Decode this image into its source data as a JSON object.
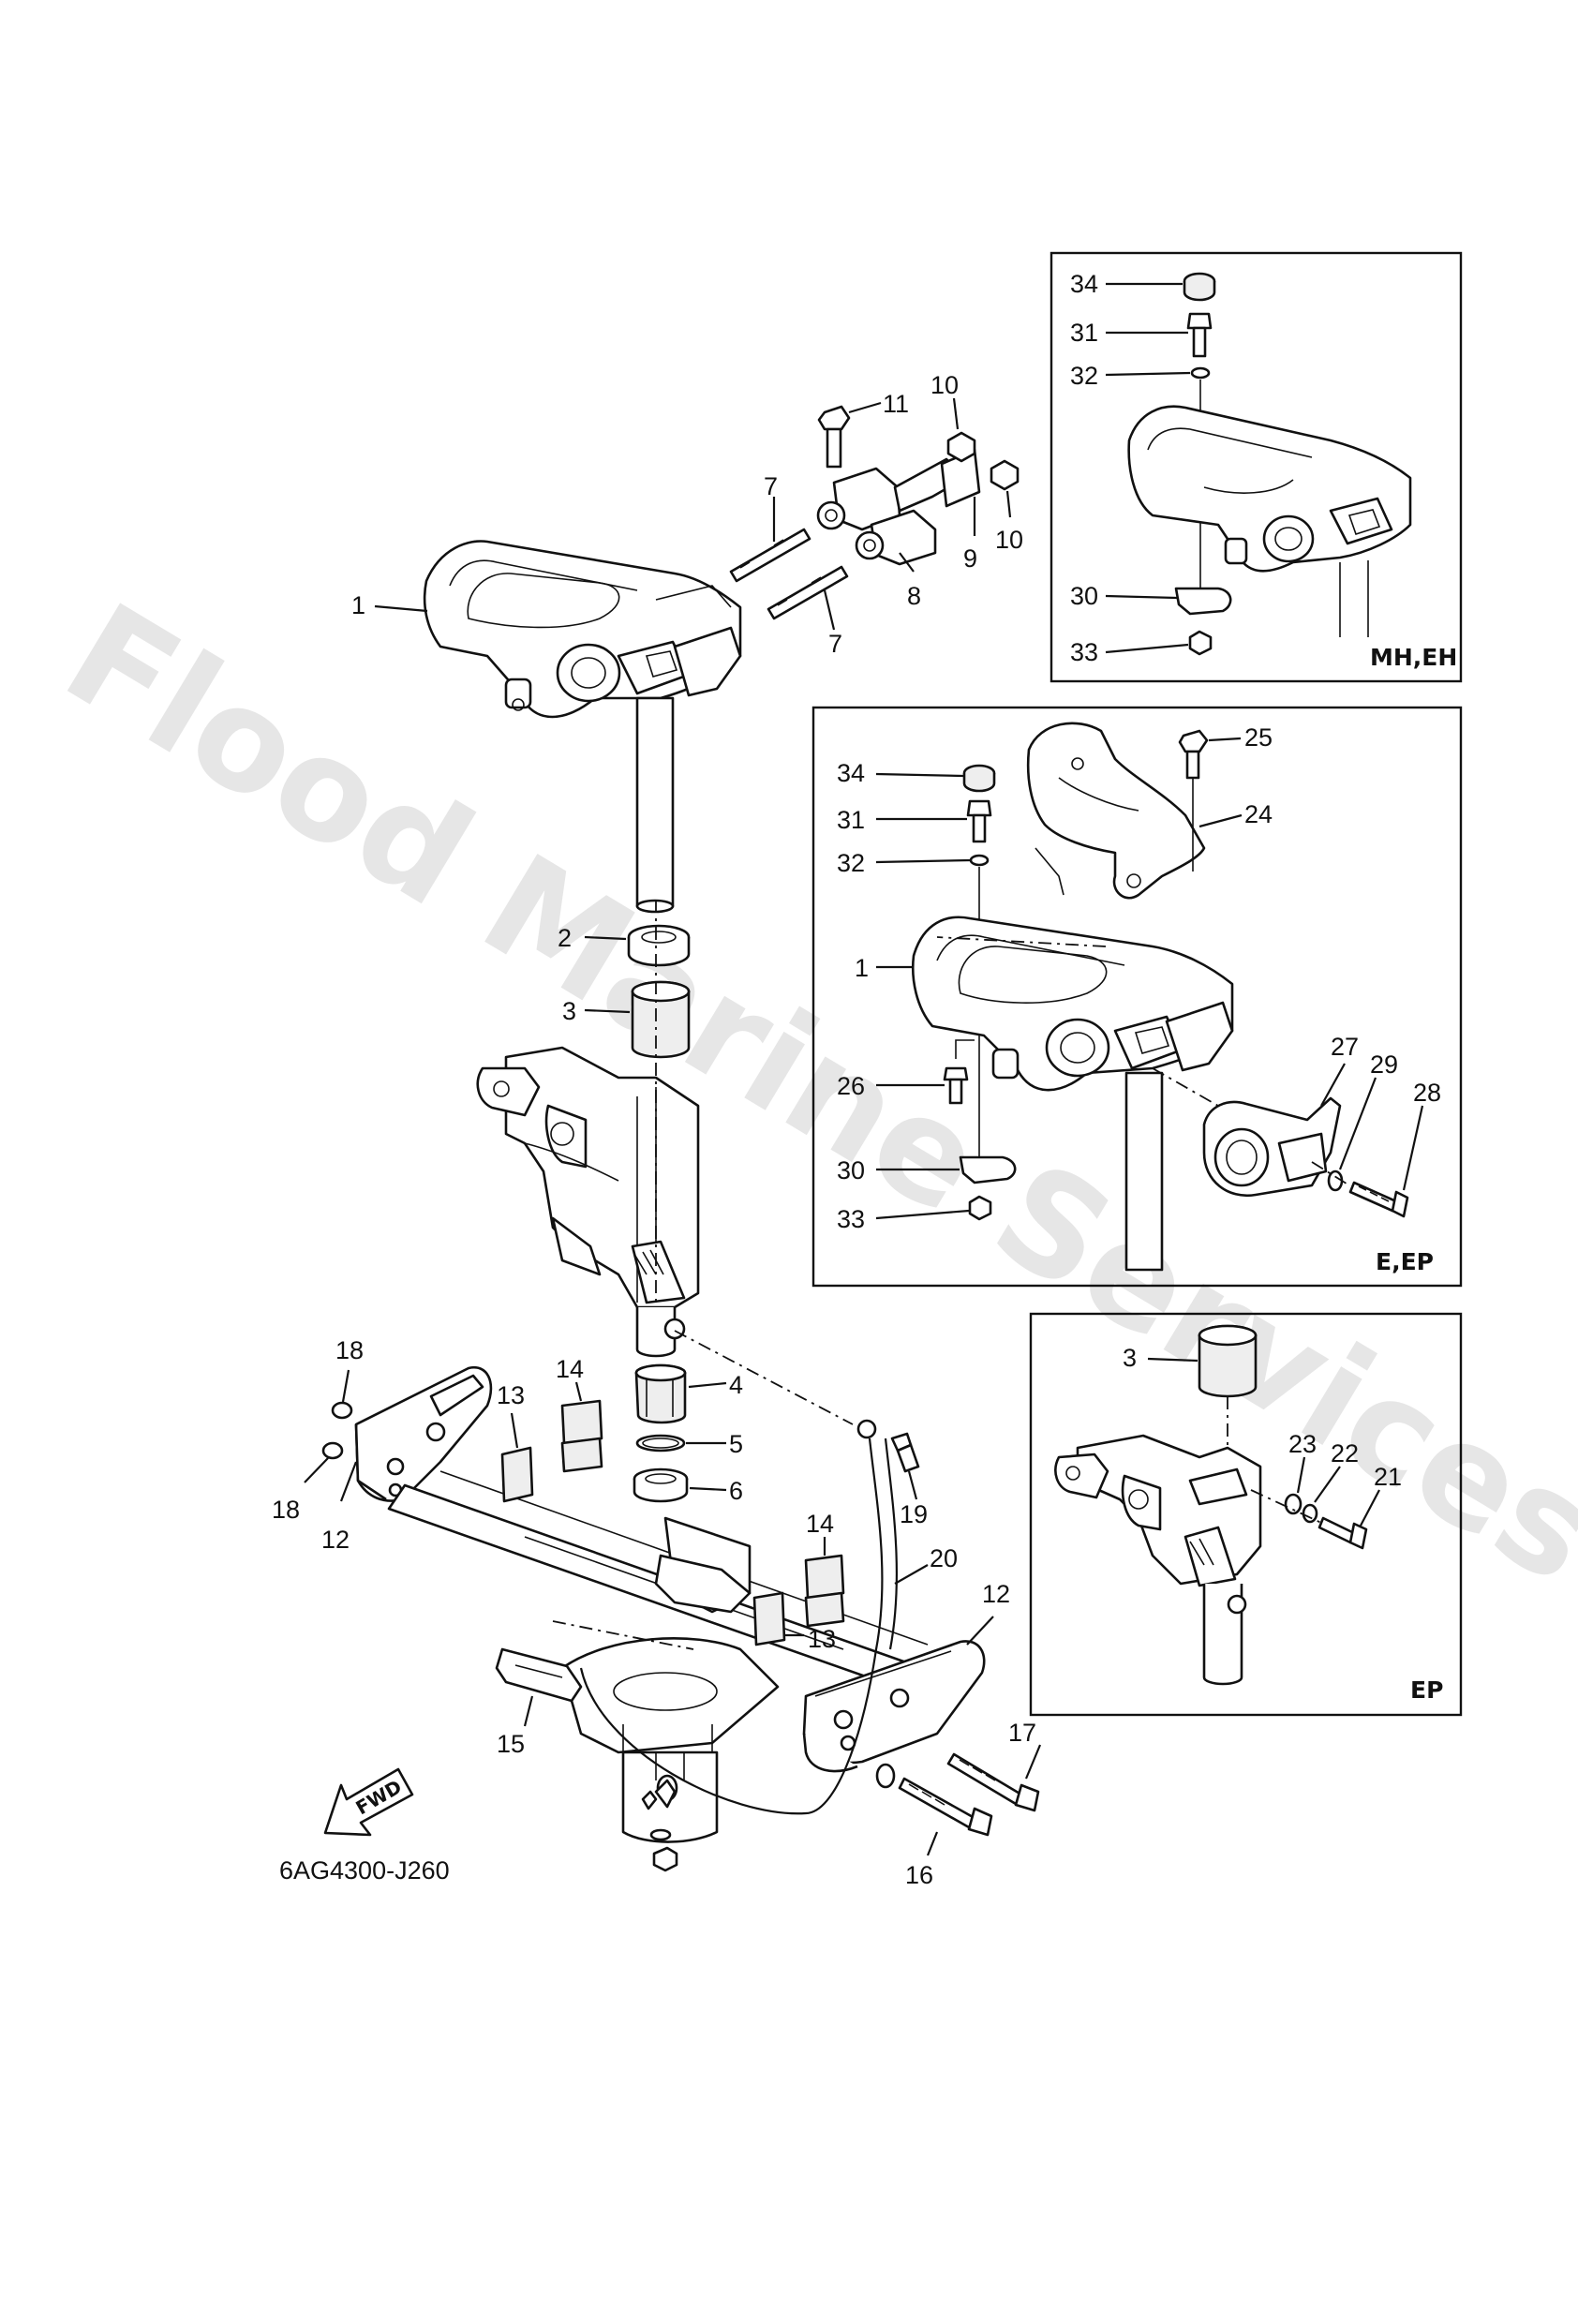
{
  "watermark": "Flood Marine Services",
  "reference_code": "6AG4300-J260",
  "fwd_arrow_label": "FWD",
  "model_badge": "",
  "boxes": {
    "mh_eh": {
      "tag": "MH,EH"
    },
    "e_ep": {
      "tag": "E,EP"
    },
    "ep": {
      "tag": "EP"
    }
  },
  "callouts": {
    "c1": "1",
    "c2": "2",
    "c3": "3",
    "c4": "4",
    "c5": "5",
    "c6": "6",
    "c7a": "7",
    "c7b": "7",
    "c8": "8",
    "c9": "9",
    "c10a": "10",
    "c10b": "10",
    "c11": "11",
    "c12a": "12",
    "c12b": "12",
    "c13a": "13",
    "c13b": "13",
    "c14a": "14",
    "c14b": "14",
    "c15": "15",
    "c16": "16",
    "c17": "17",
    "c18a": "18",
    "c18b": "18",
    "c19": "19",
    "c20": "20",
    "mh34": "34",
    "mh31": "31",
    "mh32": "32",
    "mh30": "30",
    "mh33": "33",
    "e34": "34",
    "e31": "31",
    "e32": "32",
    "e1": "1",
    "e26": "26",
    "e30": "30",
    "e33": "33",
    "e25": "25",
    "e24": "24",
    "e27": "27",
    "e29": "29",
    "e28": "28",
    "ep3": "3",
    "ep23": "23",
    "ep22": "22",
    "ep21": "21"
  }
}
